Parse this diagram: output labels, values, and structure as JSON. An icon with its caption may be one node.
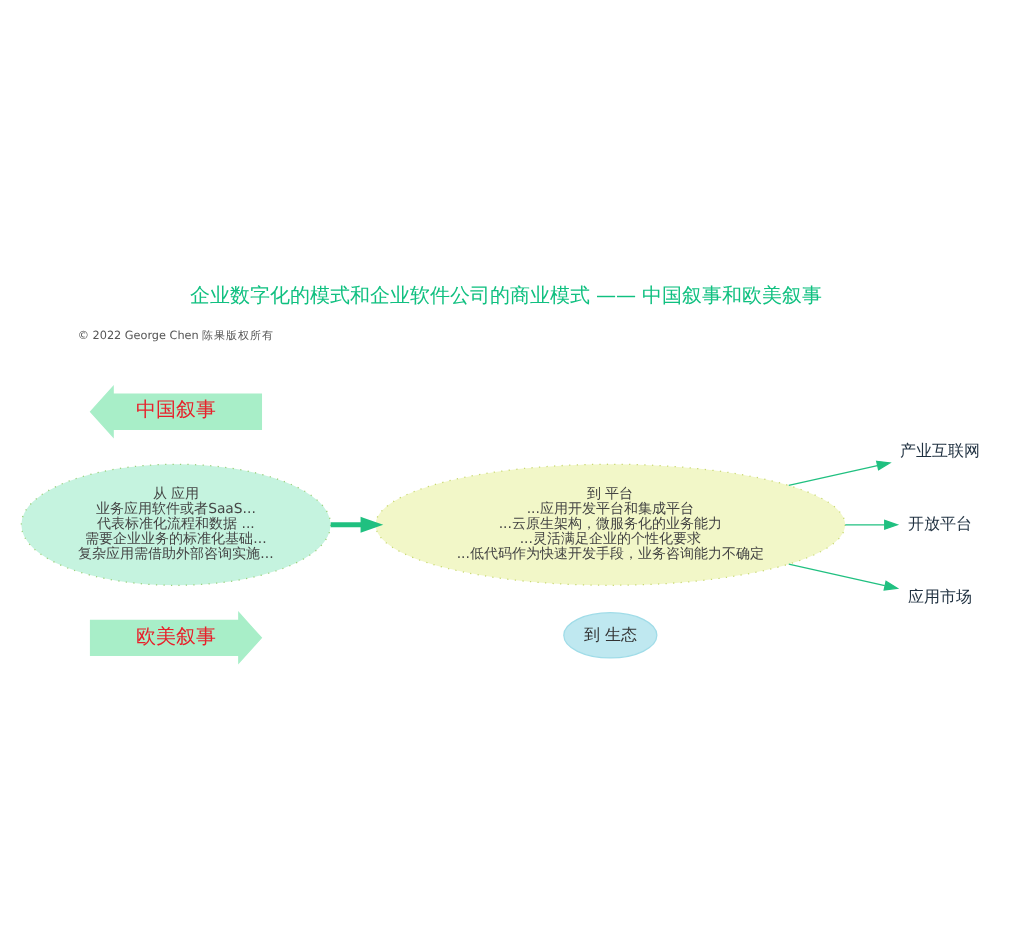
{
  "diagram": {
    "title": "企业数字化的模式和企业软件公司的商业模式 —— 中国叙事和欧美叙事",
    "nodes": [
      {
        "text": [
          "欧美叙事"
        ]
      },
      {
        "text": [
          "到 生态"
        ]
      },
      {
        "text": [
          "从 应用",
          "业务应用软件或者SaaS...",
          "代表标准化流程和数据 ...",
          "需要企业业务的标准化基础...",
          "复杂应用需借助外部咨询实施..."
        ]
      },
      {
        "text": [
          "到 平台",
          "...应用开发平台和集成平台",
          "...云原生架构，微服务化的业务能力",
          "...灵活满足企业的个性化要求",
          "...低代码作为快速开发手段，业务咨询能力不确定"
        ]
      },
      {
        "text": [
          "产业互联网"
        ]
      },
      {
        "text": [
          "开放平台"
        ]
      },
      {
        "text": [
          "应用市场"
        ]
      },
      {
        "text": [
          "中国叙事"
        ]
      }
    ],
    "edges": [
      {
        "from": 2,
        "to": 3,
        "arrow": "to",
        "style": "thick"
      },
      {
        "from": 3,
        "to": 4,
        "arrow": "to"
      },
      {
        "from": 3,
        "to": 5,
        "arrow": "to"
      },
      {
        "from": 3,
        "to": 6,
        "arrow": "to"
      }
    ],
    "labels": [
      "© 2022 George Chen 陈果版权所有"
    ]
  }
}
